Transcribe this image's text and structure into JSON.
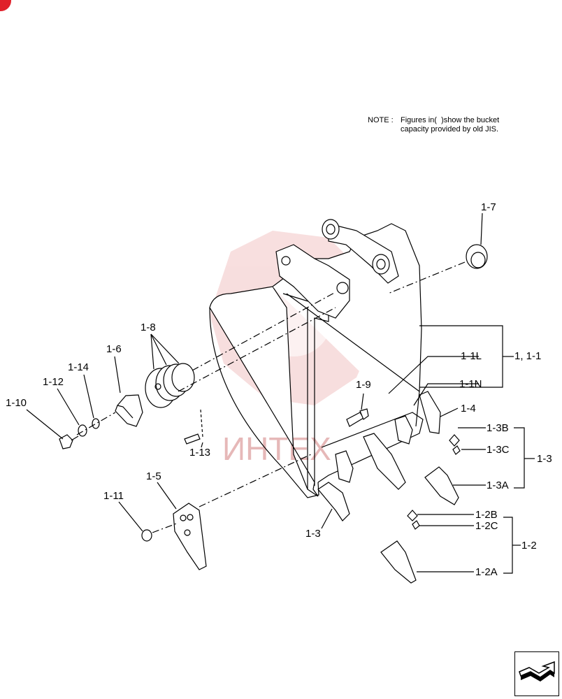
{
  "note": {
    "prefix": "NOTE :",
    "line1": "Figures in(  )show the bucket",
    "line2": "capacity provided by old JIS."
  },
  "watermark": {
    "text": "ИНТЕХ",
    "color": "#e8b0b0"
  },
  "colors": {
    "corner_mark": "#e0202a",
    "line": "#000000"
  },
  "labels": {
    "l_1_7": "1-7",
    "l_1_8": "1-8",
    "l_1_6": "1-6",
    "l_1_14": "1-14",
    "l_1_12": "1-12",
    "l_1_10": "1-10",
    "l_1_9": "1-9",
    "l_1_13": "1-13",
    "l_1_5": "1-5",
    "l_1_11": "1-11",
    "l_1_3_bottom": "1-3",
    "l_1_1L": "1-1L",
    "l_1_1N": "1-1N",
    "l_1_1": "1, 1-1",
    "l_1_4": "1-4",
    "l_1_3B": "1-3B",
    "l_1_3C": "1-3C",
    "l_1_3A": "1-3A",
    "l_1_3": "1-3",
    "l_1_2B": "1-2B",
    "l_1_2C": "1-2C",
    "l_1_2A": "1-2A",
    "l_1_2": "1-2"
  },
  "nav": {
    "icon": "next-page-arrow-icon"
  }
}
